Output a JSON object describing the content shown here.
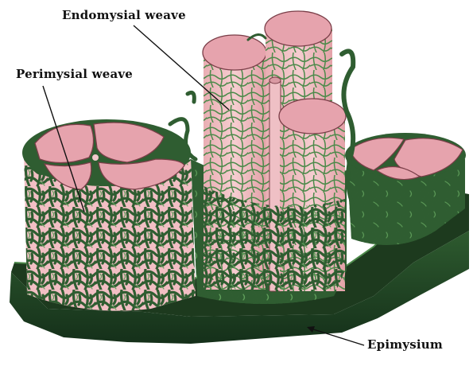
{
  "labels": {
    "endomysial": "Endomysial weave",
    "perimysial": "Perimysial weave",
    "epimysium": "Epimysium"
  },
  "colors": {
    "fiber_face": "#e6a3ad",
    "fiber_face_edge": "#7a3e48",
    "fiber_side": "#f4c3c6",
    "fiber_side_shade": "#e9aeb3",
    "connective": "#2f5d31",
    "connective_light": "#5f9e5a",
    "epimysium_dark": "#1d3a1e",
    "epimysium_top": "#2e5b2f",
    "background": "#ffffff",
    "text": "#111111"
  },
  "icons": [
    "leader-arrow"
  ]
}
